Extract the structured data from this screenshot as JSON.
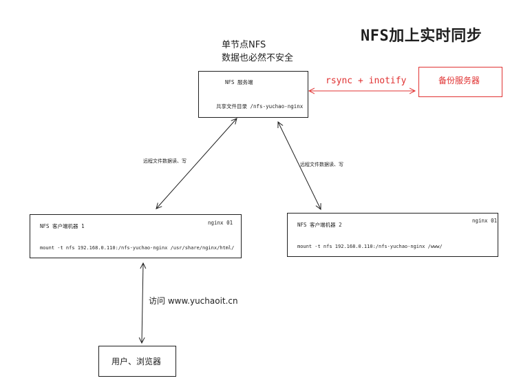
{
  "title": "NFS加上实时同步",
  "note": {
    "line1": "单节点NFS",
    "line2": "数据也必然不安全"
  },
  "server": {
    "label": "NFS   服务端",
    "share": "共享文件目录 /nfs-yuchao-nginx"
  },
  "sync": {
    "label": "rsync + inotify"
  },
  "backup": {
    "label": "备份服务器",
    "color": "#e03131"
  },
  "client1": {
    "label": "NFS   客户端机器 1",
    "host": "nginx 01",
    "mount": "mount -t nfs 192.168.0.110:/nfs-yuchao-nginx /usr/share/nginx/html/"
  },
  "client2": {
    "label": "NFS   客户端机器 2",
    "host": "nginx 01",
    "mount": "mount -t nfs 192.168.0.110:/nfs-yuchao-nginx /www/"
  },
  "edge_left": {
    "label": "远程文件数据读、写"
  },
  "edge_right": {
    "label": "远程文件数据读、写"
  },
  "visit": {
    "label": "访问 www.yuchaoit.cn"
  },
  "user": {
    "label": "用户、浏览器"
  }
}
